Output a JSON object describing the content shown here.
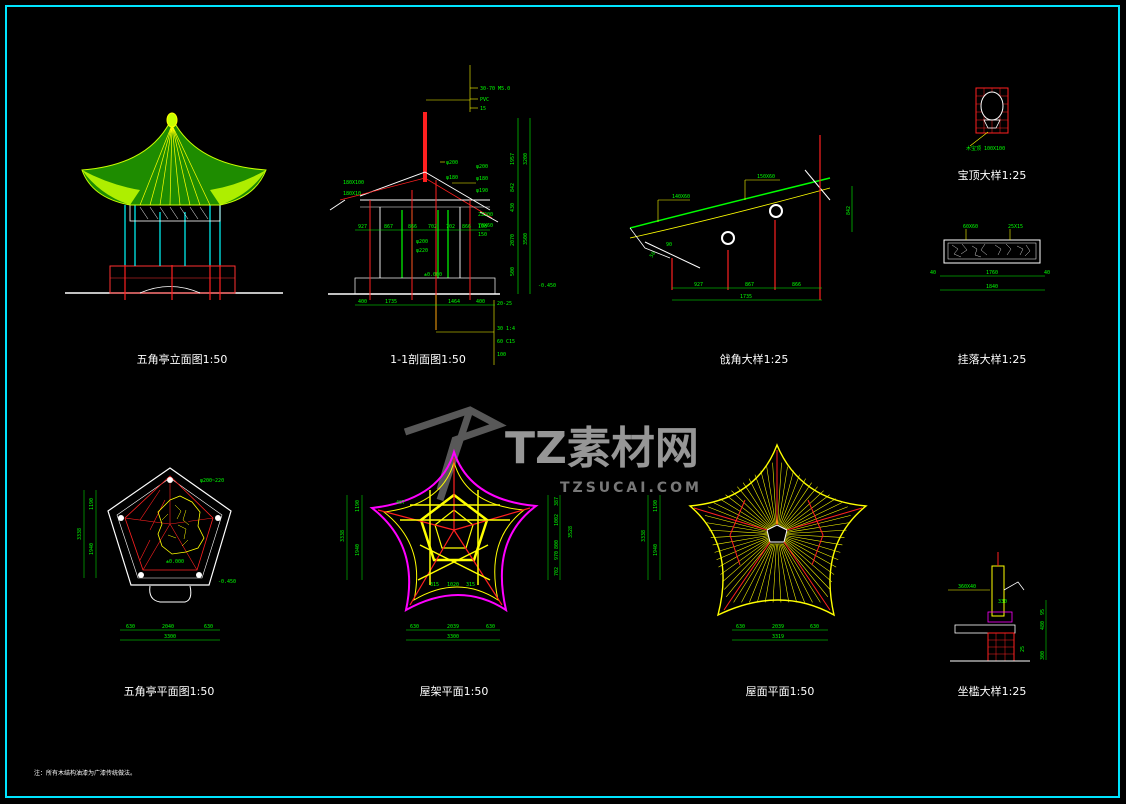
{
  "drawing": {
    "border_color": "#00e5ff",
    "colors": {
      "dimension": "#00ff00",
      "structure": "#ffff00",
      "roof": "#c8ff00",
      "center_line": "#ff2020",
      "frame": "#ff00ff",
      "column": "#00ffff",
      "text": "#ffffff"
    },
    "views": [
      {
        "id": "elevation",
        "caption": "五角亭立面图1:50"
      },
      {
        "id": "section",
        "caption": "1-1剖面图1:50"
      },
      {
        "id": "eave-corner",
        "caption": "戗角大样1:25"
      },
      {
        "id": "finial",
        "caption": "宝顶大样1:25"
      },
      {
        "id": "hanging-lattice",
        "caption": "挂落大样1:25"
      },
      {
        "id": "floor-plan",
        "caption": "五角亭平面图1:50"
      },
      {
        "id": "roof-frame-plan",
        "caption": "屋架平面1:50"
      },
      {
        "id": "roof-plan",
        "caption": "屋面平面1:50"
      },
      {
        "id": "bench",
        "caption": "坐槛大样1:25"
      }
    ],
    "note": "注：所有木结构油漆为广漆传统做法。",
    "watermark": {
      "title": "TZ素材网",
      "subtitle": "TZSUCAI.COM"
    },
    "dims": {
      "sec_top1": "30-70  M5.0",
      "sec_top2": "PVC",
      "sec_top3": "15",
      "sec_right1": "1957",
      "sec_right2": "3200",
      "sec_right3": "842",
      "sec_right4": "430",
      "sec_right5": "2070",
      "sec_right6": "3500",
      "sec_right7": "500",
      "sec_d1": "φ200",
      "sec_d2": "φ180",
      "sec_d3": "φ200",
      "sec_d4": "φ180",
      "sec_d5": "φ190",
      "sec_d6": "2Z200",
      "sec_d7": "70X60",
      "sec_d8": "150",
      "sec_beam": "180X100",
      "sec_beam2": "180X10",
      "sec_b1": "927",
      "sec_b2": "867",
      "sec_b3": "866",
      "sec_b4": "702",
      "sec_b5": "702",
      "sec_b6": "866",
      "sec_b7": "100",
      "sec_c1": "φ200",
      "sec_c2": "φ220",
      "sec_lvl": "±0.000",
      "sec_lvl2": "-0.450",
      "sec_g1": "400",
      "sec_g2": "1735",
      "sec_g3": "1464",
      "sec_g4": "400",
      "sec_f1": "20-25",
      "sec_f2": "30  1:4",
      "sec_f3": "60  C15",
      "sec_f4": "100",
      "eave_b1": "140X60",
      "eave_b2": "150X60",
      "eave_r": "842",
      "eave_l1": "50",
      "eave_l2": "90",
      "eave_a": "927",
      "eave_b": "867",
      "eave_c": "866",
      "eave_t": "1735",
      "fin_label": "木宝顶  100X100",
      "lat_t1": "60X60",
      "lat_t2": "25X15",
      "lat_a": "40",
      "lat_b": "1760",
      "lat_c": "40",
      "lat_t": "1840",
      "fp_v1": "1190",
      "fp_v2": "3338",
      "fp_v3": "1940",
      "fp_col": "φ200~220",
      "fp_lvl": "±0.000",
      "fp_lvl2": "-0.450",
      "fp_h1": "630",
      "fp_h2": "2040",
      "fp_h3": "630",
      "fp_t": "3300",
      "rf_v1": "1190",
      "rf_v2": "3338",
      "rf_v3": "1940",
      "rf_r1": "387",
      "rf_r2": "1002",
      "rf_r3": "800",
      "rf_r4": "970",
      "rf_r5": "702",
      "rf_r6": "3528",
      "rf_p1": "407",
      "rf_i1": "315",
      "rf_i2": "1020",
      "rf_i3": "315",
      "rf_h1": "630",
      "rf_h2": "2039",
      "rf_h3": "630",
      "rf_t": "3300",
      "rp_v1": "1190",
      "rp_v2": "3338",
      "rp_v3": "1940",
      "rp_h1": "630",
      "rp_h2": "2039",
      "rp_h3": "630",
      "rp_t": "3319",
      "bn_lab": "360X40",
      "bn_s1": "330",
      "bn_s2": "95",
      "bn_s3": "480",
      "bn_s4": "25",
      "bn_s5": "300"
    }
  }
}
